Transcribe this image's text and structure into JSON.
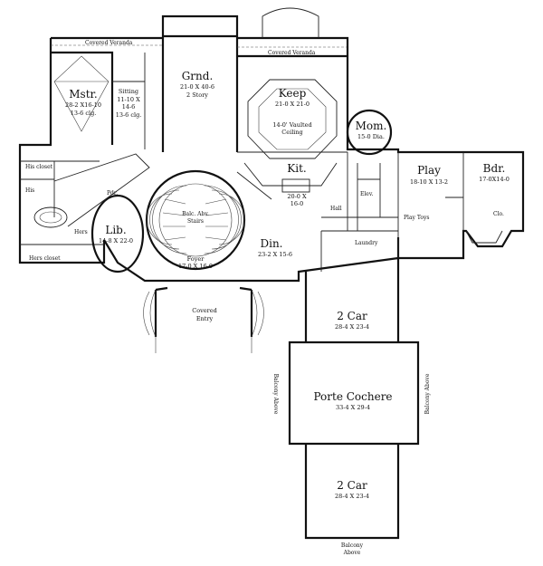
{
  "plan": {
    "rooms": {
      "covered_veranda_left": "Covered Veranda",
      "covered_veranda_right": "Covered Veranda",
      "grnd": {
        "name": "Grnd.",
        "dim": "21-0 X 40-6",
        "note": "2 Story"
      },
      "keep": {
        "name": "Keep",
        "dim": "21-0 X 21-0",
        "note1": "14-0' Vaulted",
        "note2": "Ceiling"
      },
      "mstr": {
        "name": "Mstr.",
        "dim": "28-2 X16-10",
        "note": "13-6 clg."
      },
      "sitting": {
        "name": "Sitting",
        "dim": "11-10 X",
        "dim2": "14-6",
        "note": "13-6 clg."
      },
      "mom": {
        "name": "Mom.",
        "dim": "15-0 Dia."
      },
      "kit": {
        "name": "Kit.",
        "dim": "20-0 X",
        "dim2": "16-0"
      },
      "play": {
        "name": "Play",
        "dim": "18-10 X 13-2"
      },
      "bdr": {
        "name": "Bdr.",
        "dim": "17-0X14-0"
      },
      "lib": {
        "name": "Lib.",
        "dim": "14-8 X 22-0"
      },
      "din": {
        "name": "Din.",
        "dim": "23-2 X 15-6"
      },
      "foyer": {
        "name": "Foyer",
        "dim": "17-0 X 16-0"
      },
      "covered_entry": {
        "name": "Covered",
        "name2": "Entry"
      },
      "his_closet": "His closet",
      "hers_closet": "Hers closet",
      "his": "His",
      "hers": "Hers",
      "hall": "Hall",
      "laundry": "Laundry",
      "elev": "Elev.",
      "play_toys": "Play Toys",
      "clo": "Clo.",
      "pdr": "Pdr.",
      "car_top": {
        "name": "2 Car",
        "dim": "28-4 X 23-4"
      },
      "porte": {
        "name": "Porte Cochere",
        "dim": "33-4 X 29-4"
      },
      "car_bottom": {
        "name": "2 Car",
        "dim": "28-4 X 23-4"
      },
      "balcony_left": "Balcony Above",
      "balcony_right": "Balcony Above",
      "balcony_bottom": {
        "line1": "Balcony",
        "line2": "Above"
      },
      "stair_note": {
        "line1": "Balc. Abv.",
        "line2": "Stairs"
      }
    }
  }
}
